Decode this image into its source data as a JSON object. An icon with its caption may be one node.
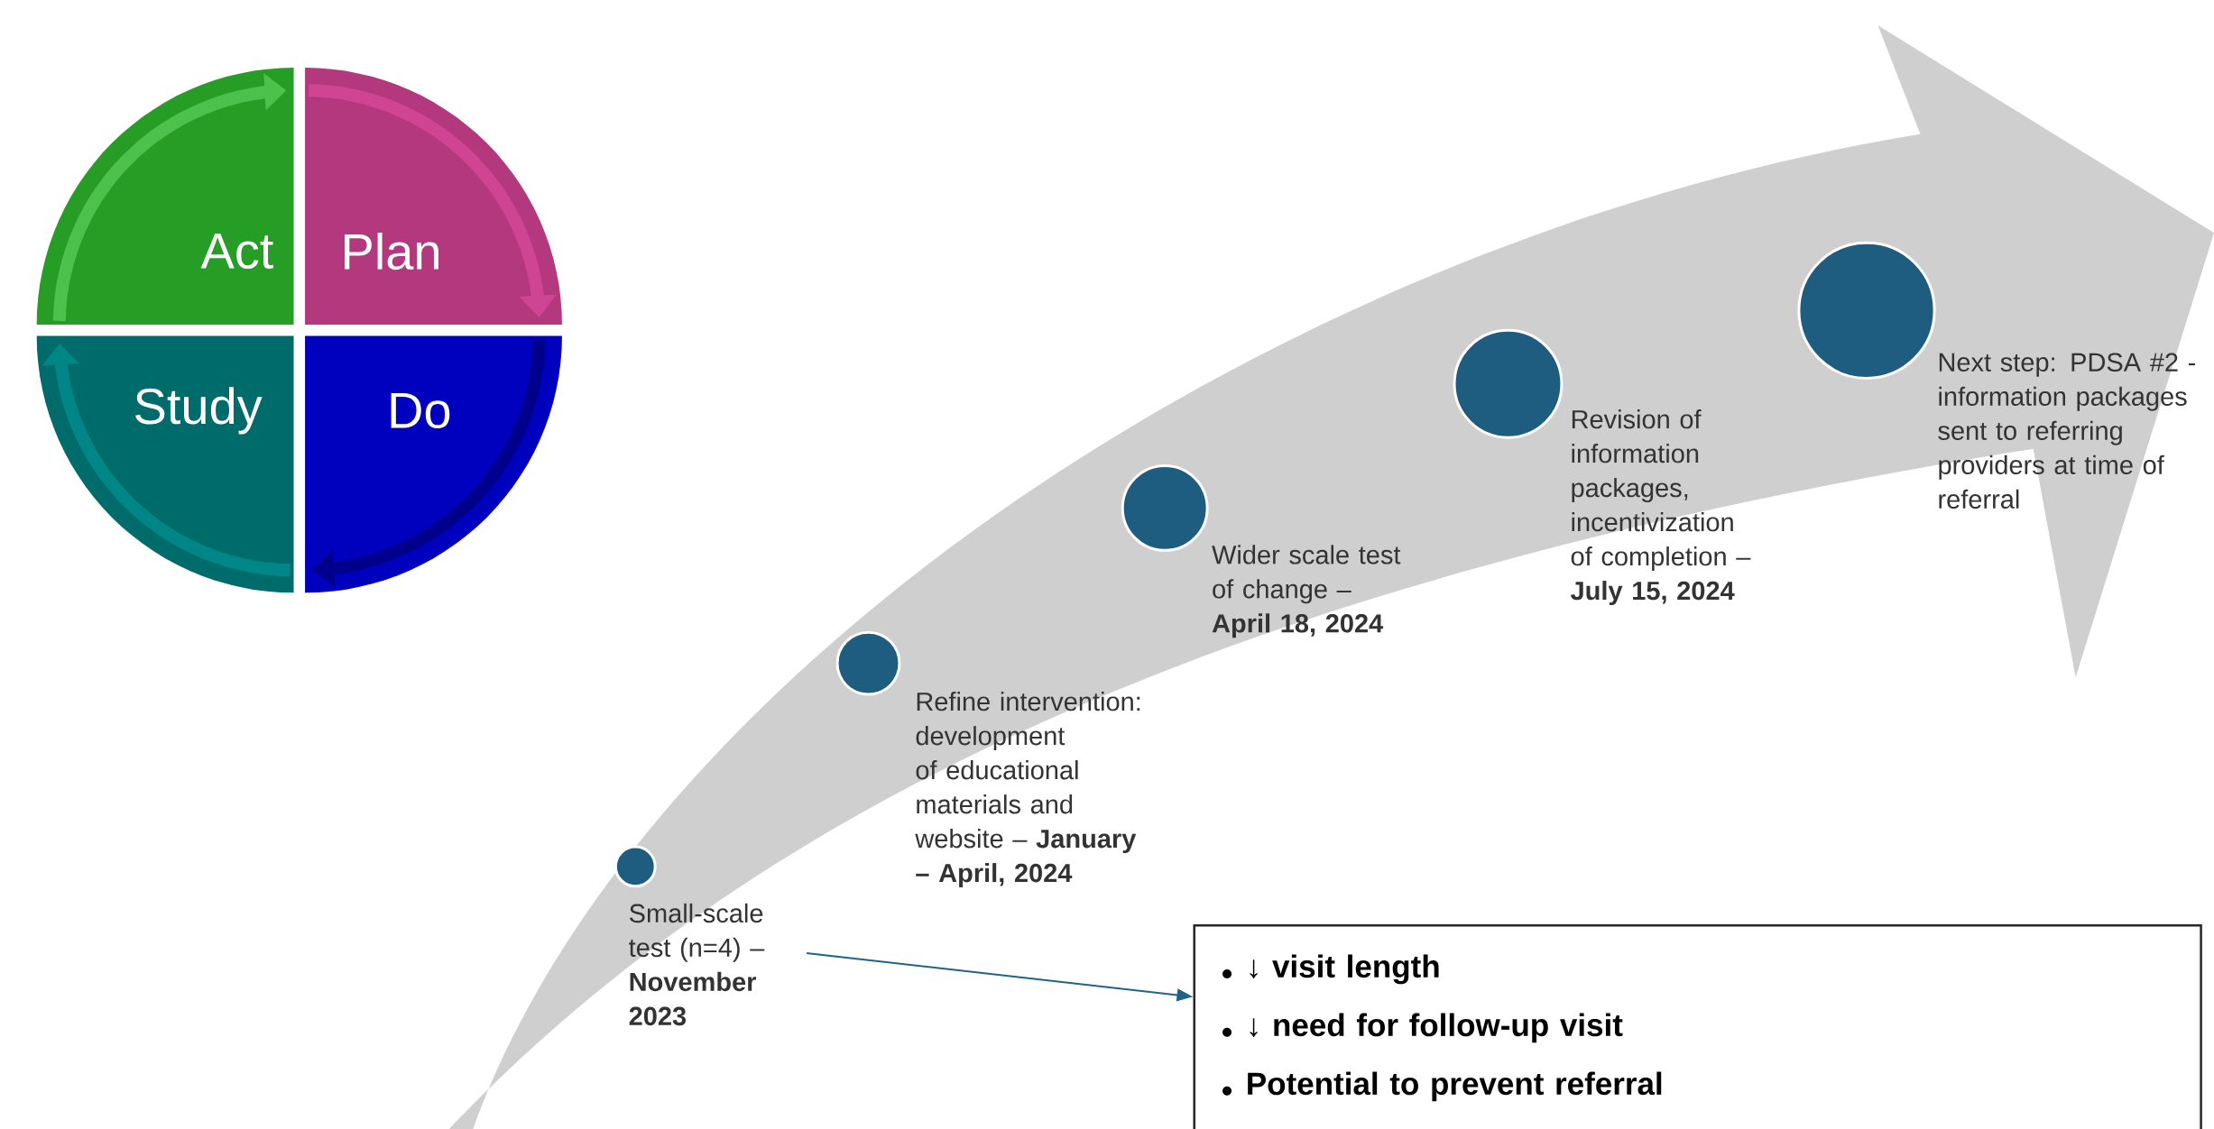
{
  "diagram": {
    "nodes": [
      {
        "text": [
          "Act"
        ]
      },
      {
        "text": [
          "Plan"
        ]
      },
      {
        "text": [
          "Study"
        ]
      },
      {
        "text": [
          "Do"
        ]
      },
      {
        "text": [],
        "shape": "circle"
      },
      {
        "text": [
          "Small-scale test (n=4) – **November 2023**"
        ]
      },
      {
        "text": [],
        "shape": "circle",
        "beside": [
          "Refine intervention: development of educational materials and website – **January – April, 2024**"
        ]
      },
      {
        "text": [],
        "shape": "circle",
        "beside": [
          "Wider scale test of change – **April 18, 2024**"
        ]
      },
      {
        "text": [],
        "shape": "circle",
        "beside": [
          "Revision of information packages, incentivization of completion – **July 15, 2024**"
        ]
      },
      {
        "text": [],
        "shape": "circle",
        "beside": [
          "Next step: PDSA #2 - information packages sent to referring providers at time of referral"
        ]
      },
      {
        "text": [
          "↓ visit length",
          "↓ need for follow-up visit",
          "Potential to prevent referral"
        ]
      }
    ],
    "edges": [
      {
        "from": 5,
        "to": 10,
        "arrow": "to"
      }
    ]
  }
}
